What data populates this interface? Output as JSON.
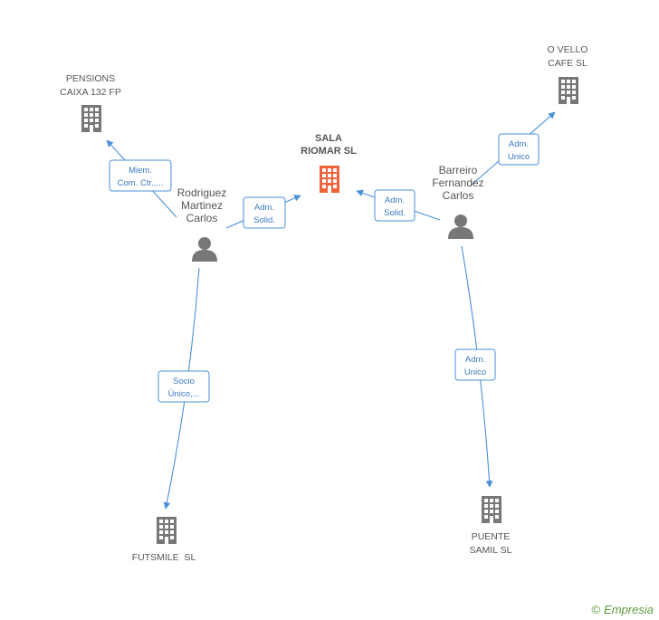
{
  "colors": {
    "edge": "#4a90d9",
    "company": "#777777",
    "company_main": "#f0643c",
    "person": "#777777"
  },
  "companies": {
    "main": {
      "line1": "SALA",
      "line2": "RIOMAR SL"
    },
    "pensions": {
      "line1": "PENSIONS",
      "line2": "CAIXA 132 FP"
    },
    "ovello": {
      "line1": "O VELLO",
      "line2": "CAFE SL"
    },
    "futsmile": {
      "line1": "FUTSMILE  SL"
    },
    "puente": {
      "line1": "PUENTE",
      "line2": "SAMIL SL"
    }
  },
  "persons": {
    "rodriguez": {
      "line1": "Rodriguez",
      "line2": "Martinez",
      "line3": "Carlos"
    },
    "barreiro": {
      "line1": "Barreiro",
      "line2": "Fernandez",
      "line3": "Carlos"
    }
  },
  "relations": {
    "rod_pensions": {
      "line1": "Miem.",
      "line2": "Com. Ctr.,..."
    },
    "rod_main": {
      "line1": "Adm.",
      "line2": "Solid."
    },
    "bar_main": {
      "line1": "Adm.",
      "line2": "Solid."
    },
    "bar_ovello": {
      "line1": "Adm.",
      "line2": "Unico"
    },
    "rod_futsmile": {
      "line1": "Socio",
      "line2": "Único,..."
    },
    "bar_puente": {
      "line1": "Adm.",
      "line2": "Unico"
    }
  },
  "footer": {
    "copyright": "©",
    "brand": "Empresia"
  }
}
